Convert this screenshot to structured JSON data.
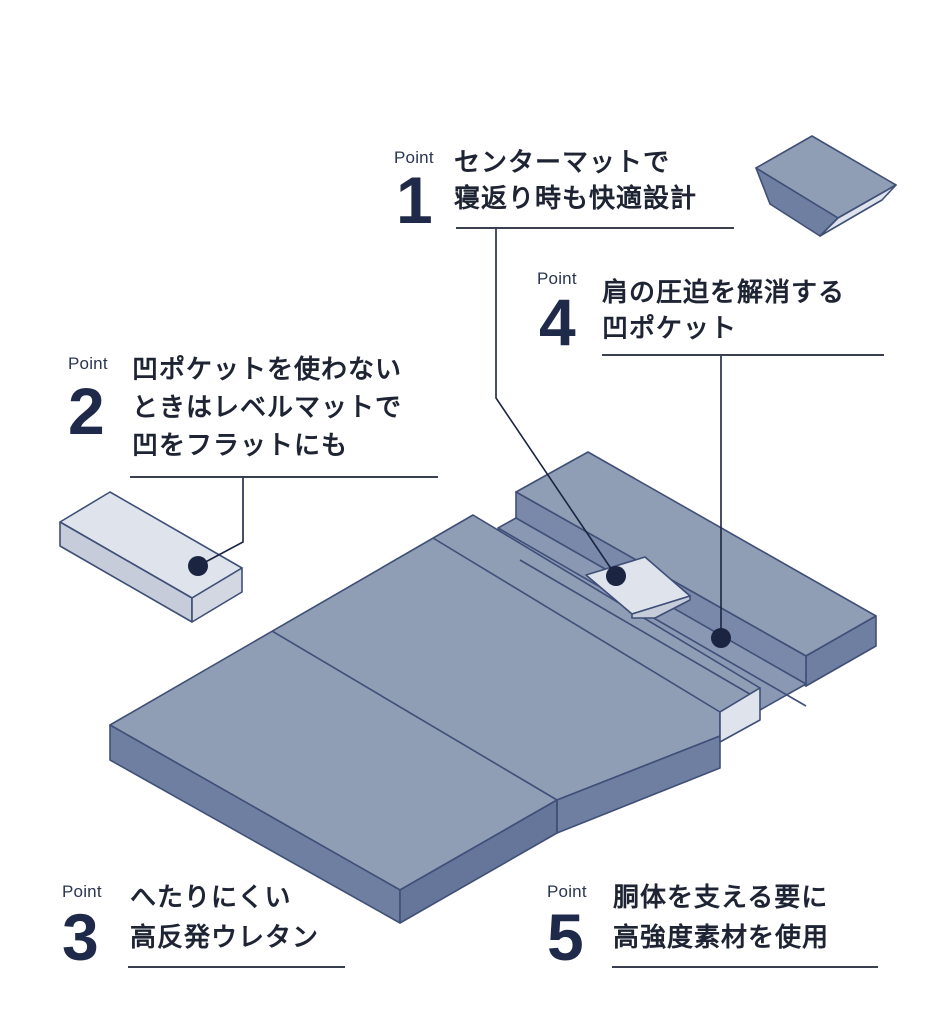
{
  "points": [
    {
      "id": "point-1",
      "label": "Point",
      "number": "1",
      "lines": [
        "センターマットで",
        "寝返り時も快適設計"
      ]
    },
    {
      "id": "point-2",
      "label": "Point",
      "number": "2",
      "lines": [
        "凹ポケットを使わない",
        "ときはレベルマットで",
        "凹をフラットにも"
      ]
    },
    {
      "id": "point-3",
      "label": "Point",
      "number": "3",
      "lines": [
        "へたりにくい",
        "高反発ウレタン"
      ]
    },
    {
      "id": "point-4",
      "label": "Point",
      "number": "4",
      "lines": [
        "肩の圧迫を解消する",
        "凹ポケット"
      ]
    },
    {
      "id": "point-5",
      "label": "Point",
      "number": "5",
      "lines": [
        "胴体を支える要に",
        "高強度素材を使用"
      ]
    }
  ],
  "colors": {
    "mattress_top": "#8f9db5",
    "mattress_side": "#6f7fa1",
    "mattress_edge": "#3f4f78",
    "light_block_top": "#dfe3ec",
    "light_block_side": "#c6ccd9",
    "marker": "#1b2542",
    "text": "#1e2433"
  }
}
